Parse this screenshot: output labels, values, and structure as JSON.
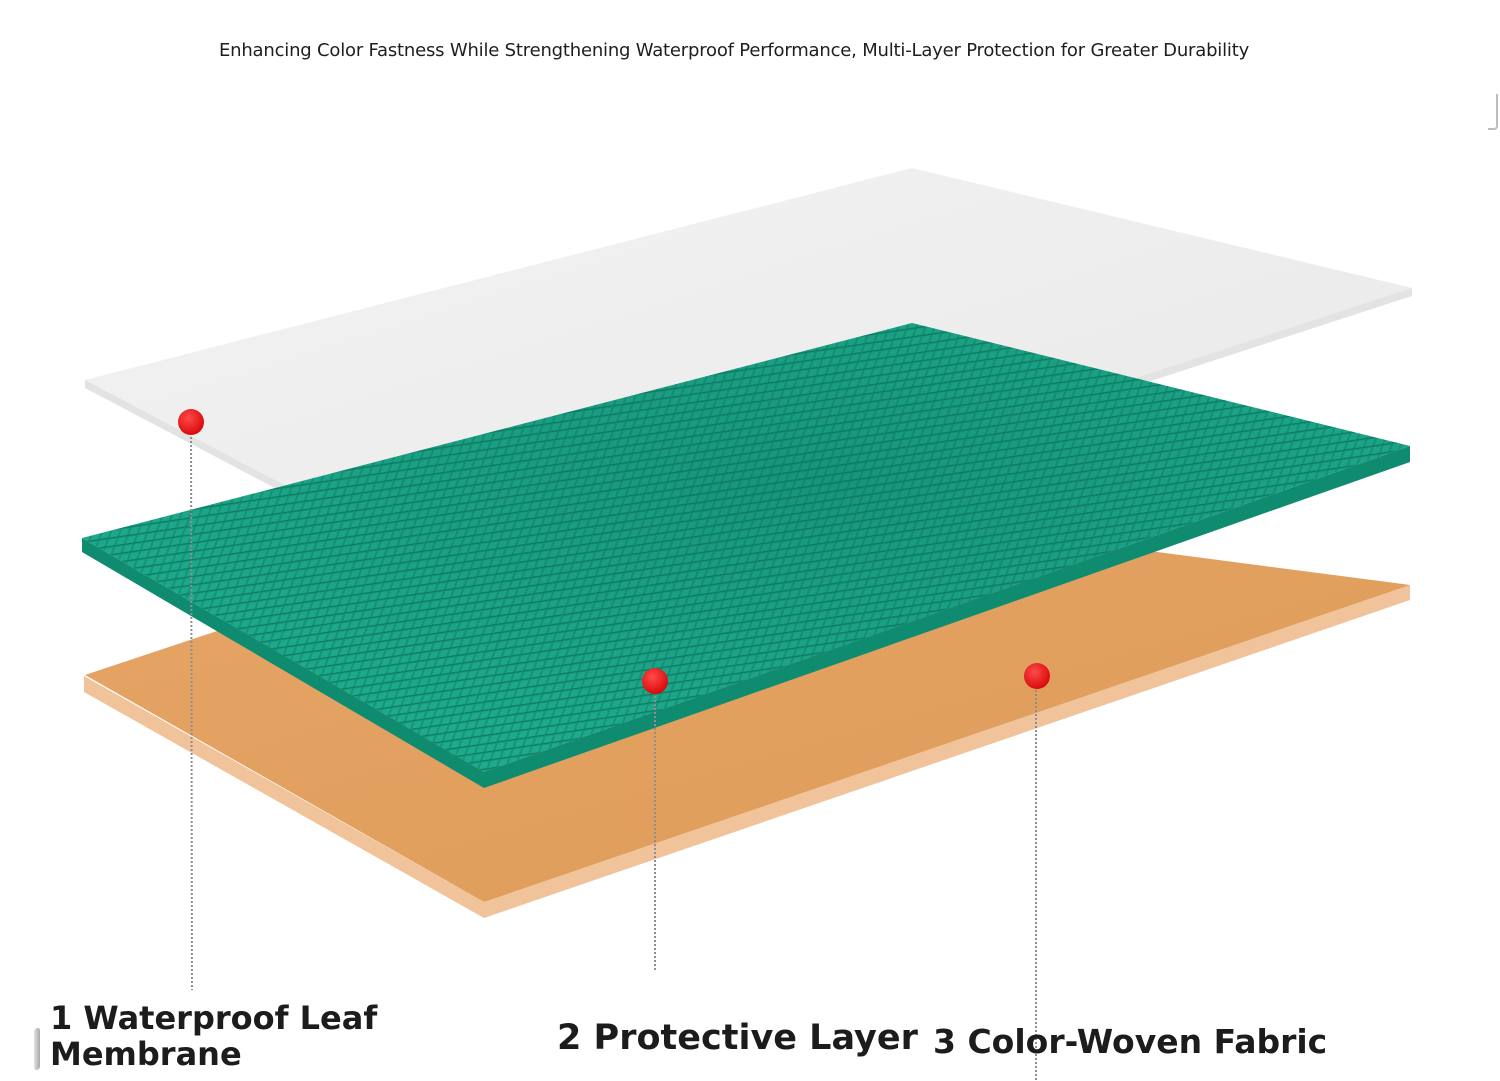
{
  "headline": "Enhancing Color Fastness While Strengthening Waterproof Performance, Multi-Layer Protection for Greater Durability",
  "layers": [
    {
      "label": "1 Waterproof Leaf Membrane",
      "color": "#ececec"
    },
    {
      "label": "2 Protective Layer",
      "color": "#16967a"
    },
    {
      "label": "3 Color-Woven Fabric",
      "color": "#e0a05e"
    }
  ],
  "colors": {
    "marker": "#e51212",
    "leader_line": "#9a9a9a"
  }
}
